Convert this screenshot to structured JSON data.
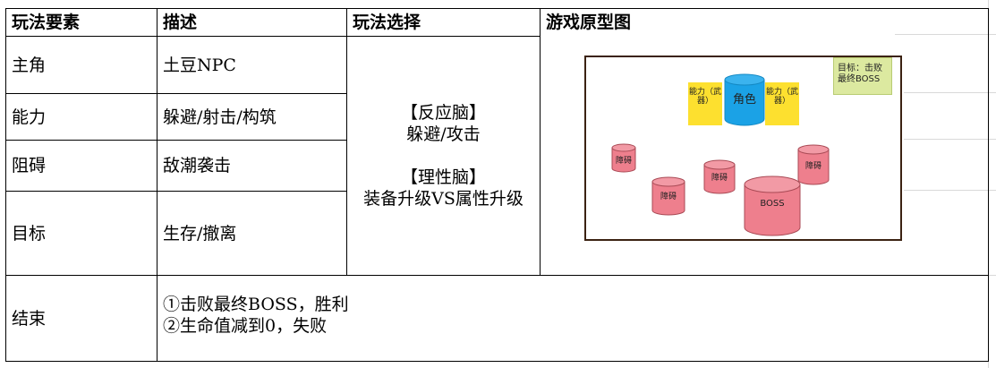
{
  "headers": [
    "玩法要素",
    "描述",
    "玩法选择",
    "游戏原型图"
  ],
  "rows": [
    {
      "element": "主角",
      "desc": "土豆NPC"
    },
    {
      "element": "能力",
      "desc": "躲避/射击/构筑"
    },
    {
      "element": "阻碍",
      "desc": "敌潮袭击"
    },
    {
      "element": "目标",
      "desc": "生存/撤离"
    }
  ],
  "choice": {
    "reflex_title": "【反应脑】",
    "reflex_desc": "躲避/攻击",
    "rational_title": "【理性脑】",
    "rational_desc": "装备升级VS属性升级"
  },
  "ending": {
    "label": "结束",
    "line1": "①击败最终BOSS，胜利",
    "line2": "②生命值减到0，失败"
  },
  "prototype": {
    "goal_note": "目标：击败最终BOSS",
    "hero_label": "角色",
    "weapon_left": "能力（武器）",
    "weapon_right": "能力（武器）",
    "obstacle_label": "障碍",
    "boss_label": "BOSS",
    "colors": {
      "hero": "#1ba2e6",
      "obstacle": "#ee7f8d",
      "weapon": "#fde02f",
      "note": "#dce9a0",
      "frame": "#3b2212"
    }
  }
}
